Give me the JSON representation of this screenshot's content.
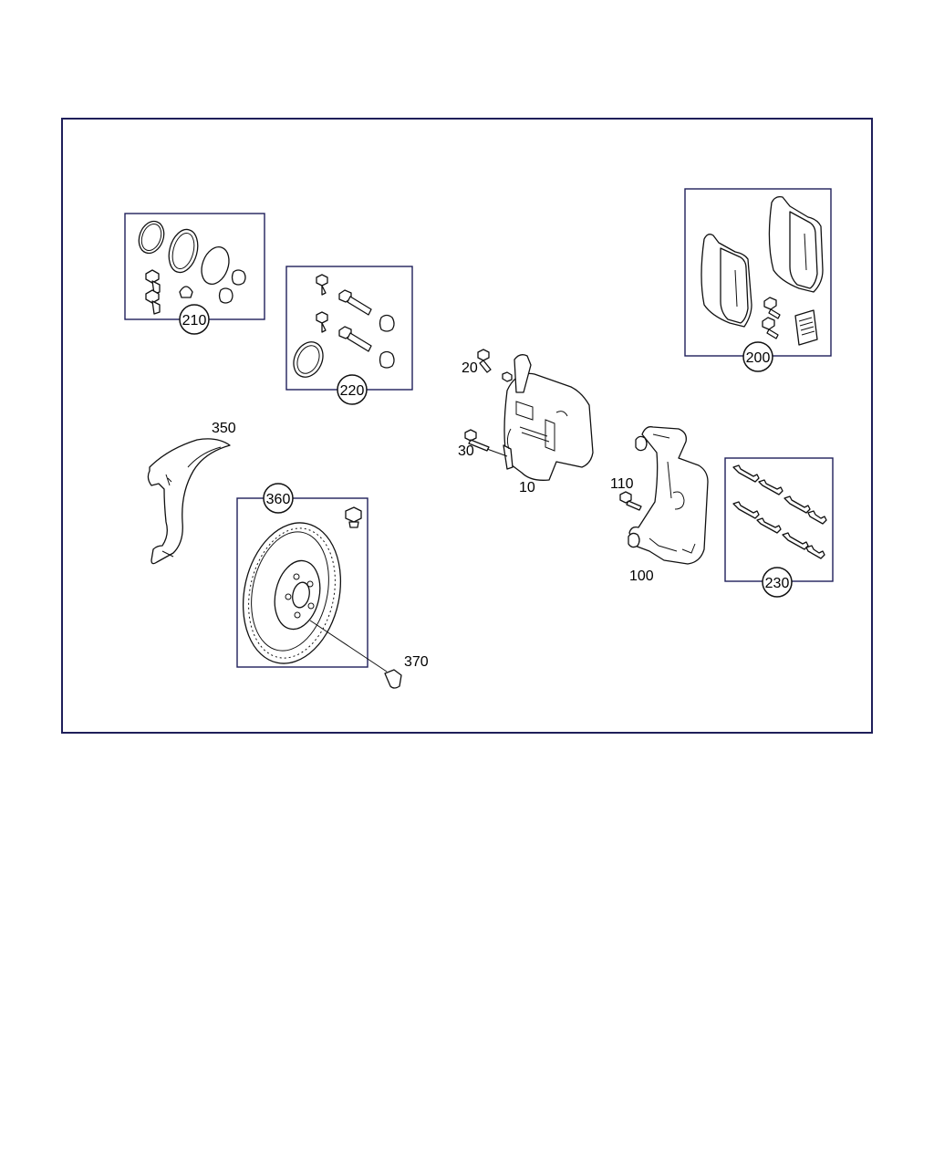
{
  "diagram": {
    "kits": {
      "k210": "210",
      "k220": "220",
      "k200": "200",
      "k230": "230",
      "k360": "360"
    },
    "callouts": {
      "c10": "10",
      "c20": "20",
      "c30": "30",
      "c100": "100",
      "c110": "110",
      "c350": "350",
      "c370": "370"
    }
  }
}
